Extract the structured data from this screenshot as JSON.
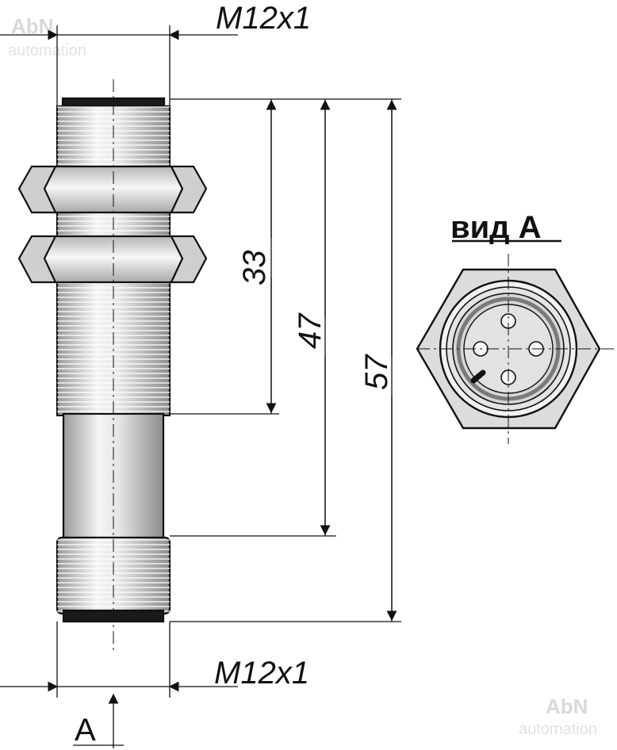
{
  "diagram": {
    "thread_label_top": "M12x1",
    "thread_label_bottom": "M12x1",
    "dim_33": "33",
    "dim_47": "47",
    "dim_57": "57",
    "view_title": "вид А",
    "view_marker": "A",
    "watermark_brand": "AbN",
    "watermark_sub": "automation"
  },
  "colors": {
    "body_fill": "#d9d9d9",
    "outline": "#111111",
    "highlight": "#ffffff",
    "background": "#ffffff"
  }
}
